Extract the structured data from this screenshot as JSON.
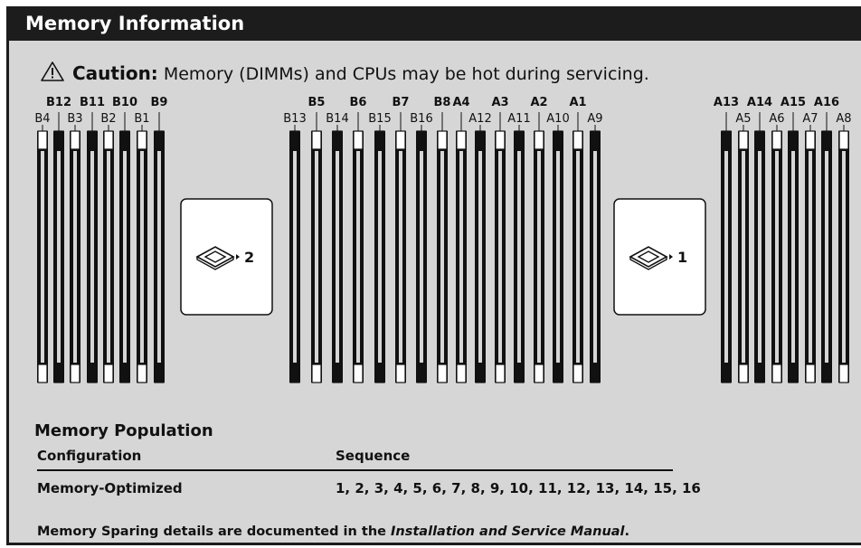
{
  "header": {
    "title": "Memory Information"
  },
  "caution": {
    "label": "Caution:",
    "text": " Memory (DIMMs) and CPUs may be hot during servicing."
  },
  "cpus": [
    {
      "label": "2"
    },
    {
      "label": "1"
    }
  ],
  "slots": [
    {
      "label": "B4",
      "color": "white"
    },
    {
      "label": "B12",
      "color": "black"
    },
    {
      "label": "B3",
      "color": "white"
    },
    {
      "label": "B11",
      "color": "black"
    },
    {
      "label": "B2",
      "color": "white"
    },
    {
      "label": "B10",
      "color": "black"
    },
    {
      "label": "B1",
      "color": "white"
    },
    {
      "label": "B9",
      "color": "black"
    },
    {
      "label": "B13",
      "color": "black"
    },
    {
      "label": "B5",
      "color": "white"
    },
    {
      "label": "B14",
      "color": "black"
    },
    {
      "label": "B6",
      "color": "white"
    },
    {
      "label": "B15",
      "color": "black"
    },
    {
      "label": "B7",
      "color": "white"
    },
    {
      "label": "B16",
      "color": "black"
    },
    {
      "label": "B8",
      "color": "white"
    },
    {
      "label": "A4",
      "color": "white"
    },
    {
      "label": "A12",
      "color": "black"
    },
    {
      "label": "A3",
      "color": "white"
    },
    {
      "label": "A11",
      "color": "black"
    },
    {
      "label": "A2",
      "color": "white"
    },
    {
      "label": "A10",
      "color": "black"
    },
    {
      "label": "A1",
      "color": "white"
    },
    {
      "label": "A9",
      "color": "black"
    },
    {
      "label": "A13",
      "color": "black"
    },
    {
      "label": "A5",
      "color": "white"
    },
    {
      "label": "A14",
      "color": "black"
    },
    {
      "label": "A6",
      "color": "white"
    },
    {
      "label": "A15",
      "color": "black"
    },
    {
      "label": "A7",
      "color": "white"
    },
    {
      "label": "A16",
      "color": "black"
    },
    {
      "label": "A8",
      "color": "white"
    }
  ],
  "population": {
    "title": "Memory Population",
    "col1_header": "Configuration",
    "col2_header": "Sequence",
    "row_config": "Memory-Optimized",
    "row_sequence": "1, 2, 3, 4, 5, 6, 7, 8, 9, 10, 11, 12, 13, 14, 15, 16"
  },
  "footer": {
    "text": "Memory Sparing details are documented in the ",
    "manual": "Installation and Service Manual",
    "end": "."
  }
}
